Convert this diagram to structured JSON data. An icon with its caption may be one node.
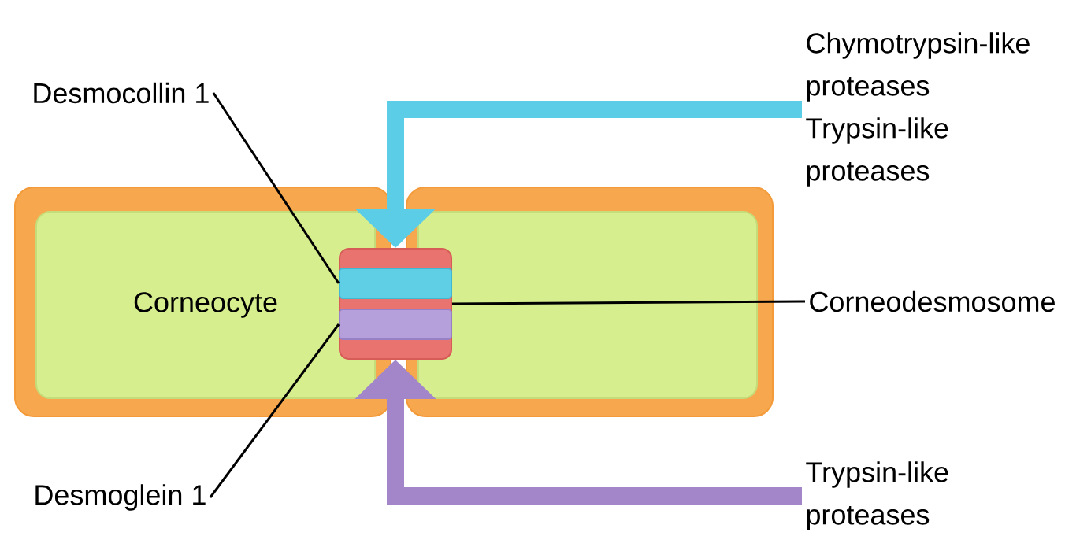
{
  "diagram": {
    "nodes": [
      {
        "text": [],
        "shape": "box"
      },
      {
        "text": [
          "Corneocyte"
        ],
        "in": 0
      },
      {
        "text": [],
        "shape": "box"
      },
      {
        "text": [],
        "shape": "box",
        "in": 2
      },
      {
        "text": [],
        "shape": "box"
      },
      {
        "text": [],
        "shape": "bar",
        "in": 4
      },
      {
        "text": [],
        "shape": "bar",
        "in": 4
      },
      {
        "text": [
          "Desmocollin 1"
        ]
      },
      {
        "text": [
          "Desmoglein 1"
        ]
      },
      {
        "text": [
          "Corneodesmosome"
        ]
      },
      {
        "text": [
          "Chymotrypsin-like proteases",
          "Trypsin-like proteases"
        ]
      },
      {
        "text": [
          "Trypsin-like proteases"
        ]
      }
    ],
    "edges": [
      {
        "from": 7,
        "to": 5,
        "arrow": "none"
      },
      {
        "from": 8,
        "to": 6,
        "arrow": "none"
      },
      {
        "from": 9,
        "to": 4,
        "arrow": "none"
      },
      {
        "from": 10,
        "to": 4,
        "arrow": "to",
        "style": "thick",
        "color": "#5ccde6"
      },
      {
        "from": 11,
        "to": 4,
        "arrow": "to",
        "style": "thick",
        "color": "#a386c9"
      }
    ]
  }
}
